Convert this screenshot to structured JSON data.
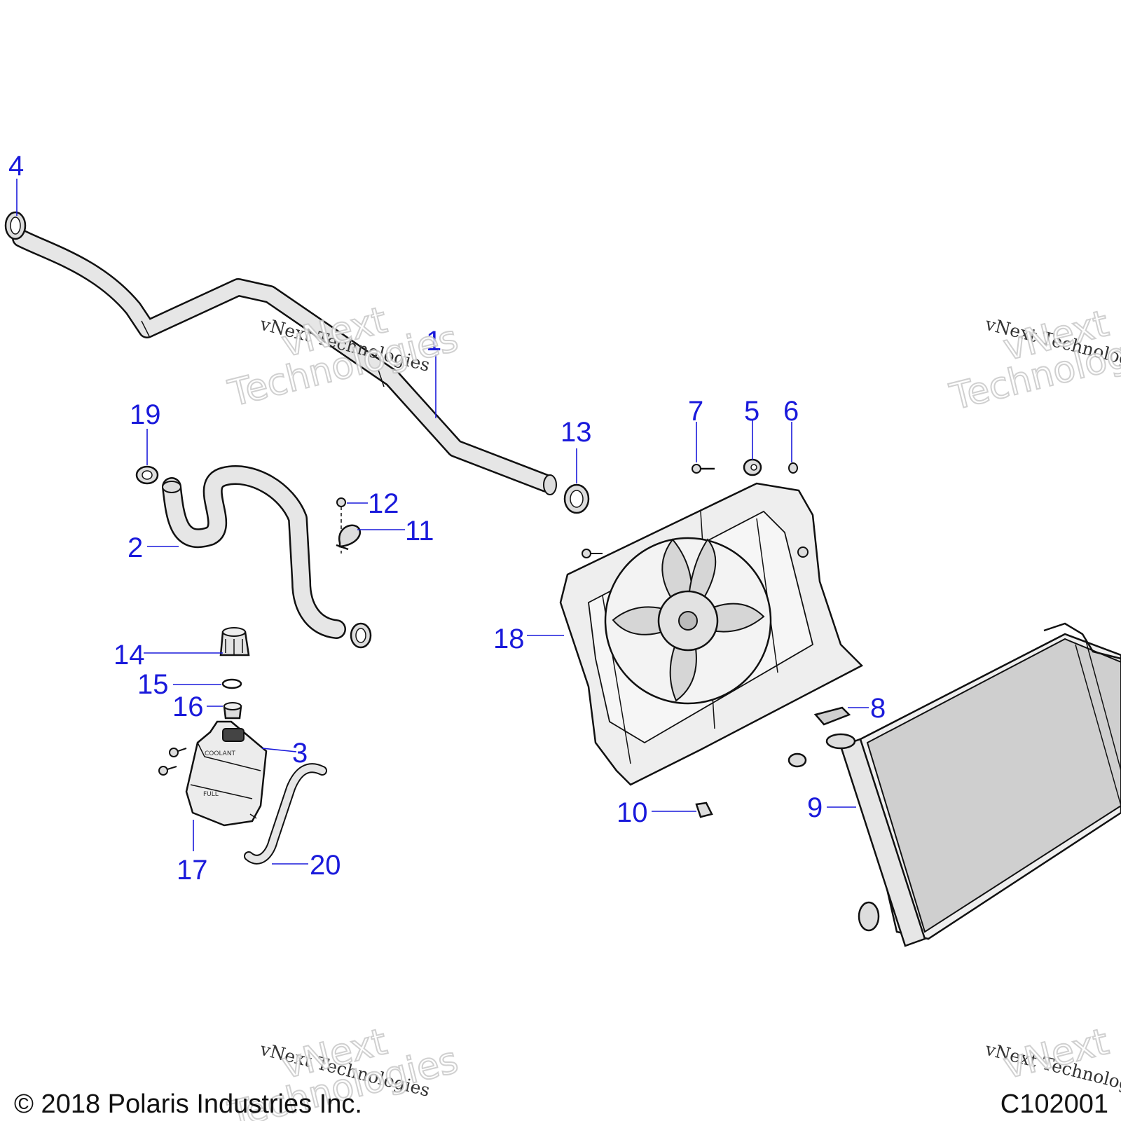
{
  "callouts": {
    "c1": "1",
    "c2": "2",
    "c3": "3",
    "c4": "4",
    "c5": "5",
    "c6": "6",
    "c7": "7",
    "c8": "8",
    "c9": "9",
    "c10": "10",
    "c11": "11",
    "c12": "12",
    "c13": "13",
    "c14": "14",
    "c15": "15",
    "c16": "16",
    "c17": "17",
    "c18": "18",
    "c19": "19",
    "c20": "20"
  },
  "watermark": {
    "small": "vNext Technologies",
    "big_line1": "vNext",
    "big_line2": "Technologies"
  },
  "footer": {
    "copyright": "© 2018 Polaris Industries Inc.",
    "drawing_id": "C102001"
  },
  "colors": {
    "callout": "#1a1adb",
    "line": "#111111",
    "part_fill": "#e8e8e8"
  }
}
